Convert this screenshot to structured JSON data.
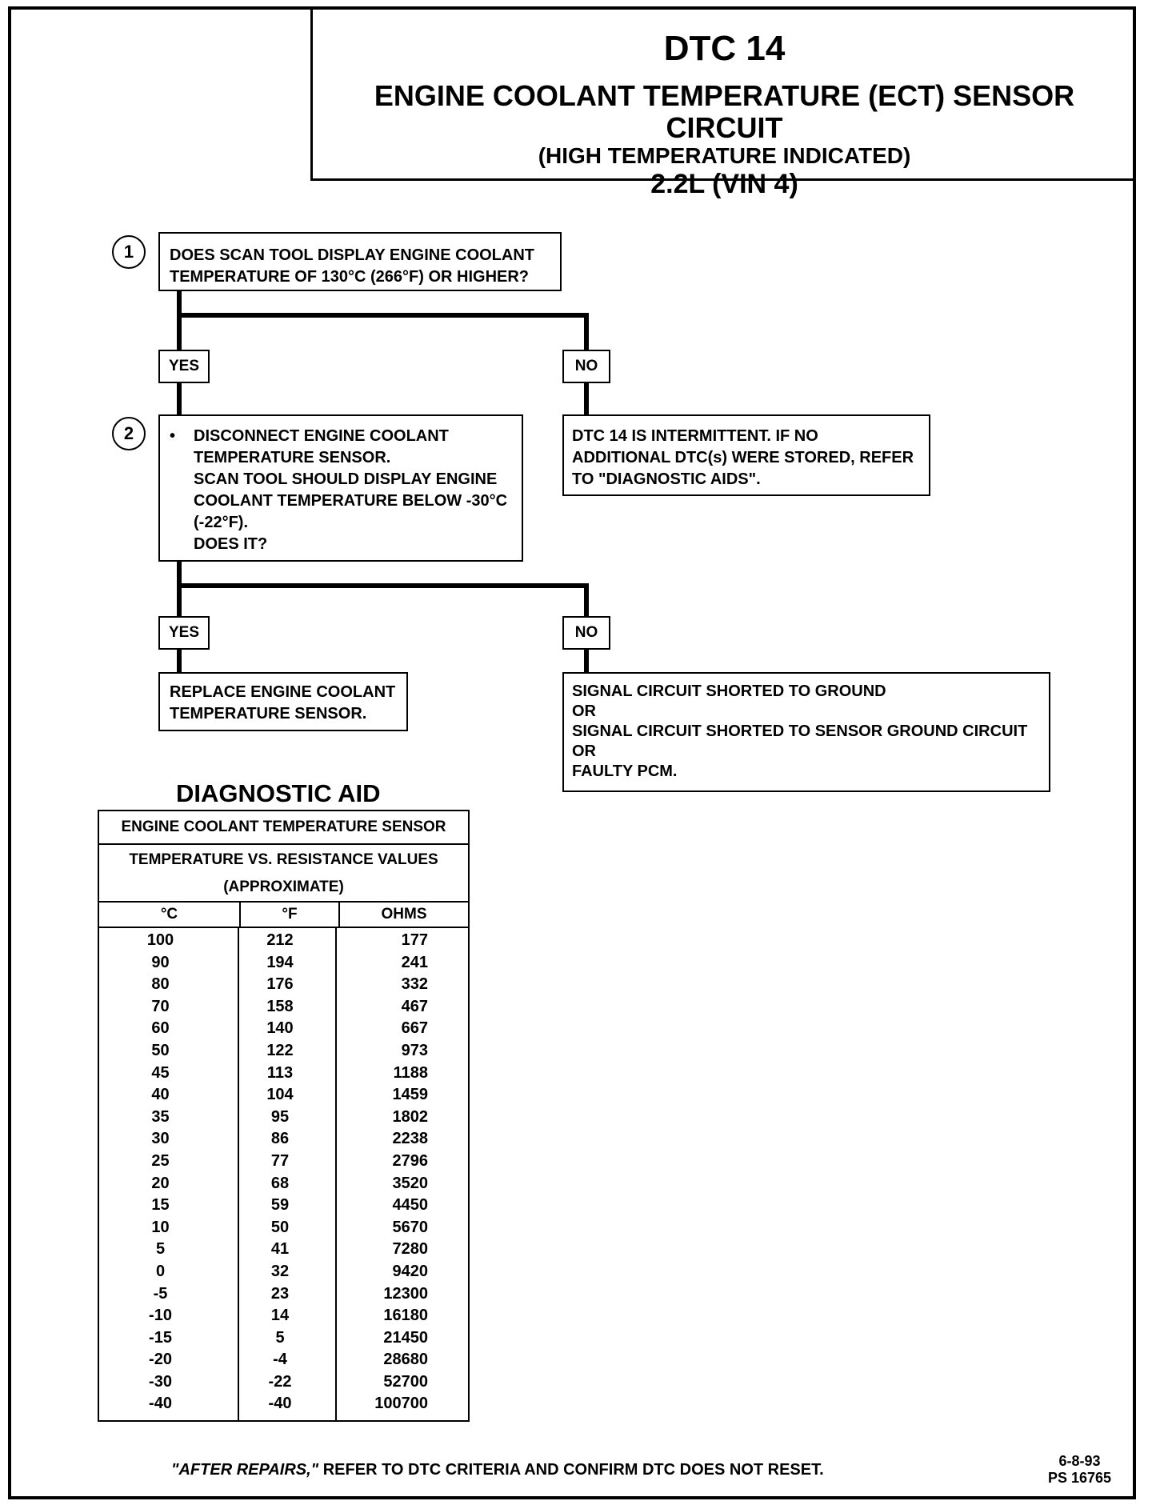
{
  "header": {
    "code": "DTC 14",
    "title": "ENGINE COOLANT TEMPERATURE (ECT) SENSOR CIRCUIT",
    "subtitle": "(HIGH TEMPERATURE INDICATED)",
    "engine": "2.2L  (VIN 4)"
  },
  "flow": {
    "step1": {
      "number": "1",
      "text": "DOES SCAN TOOL DISPLAY ENGINE COOLANT\nTEMPERATURE OF 130°C (266°F) OR HIGHER?"
    },
    "yes1": "YES",
    "no1": "NO",
    "step2": {
      "number": "2",
      "bullet": "•",
      "text": "DISCONNECT ENGINE COOLANT\nTEMPERATURE SENSOR.\nSCAN TOOL SHOULD DISPLAY ENGINE\nCOOLANT TEMPERATURE BELOW -30°C\n(-22°F).\nDOES IT?"
    },
    "no1_result": "DTC 14 IS INTERMITTENT.  IF NO\nADDITIONAL DTC(s) WERE STORED, REFER\nTO \"DIAGNOSTIC AIDS\".",
    "yes2": "YES",
    "no2": "NO",
    "yes2_result": "REPLACE ENGINE COOLANT\nTEMPERATURE SENSOR.",
    "no2_result": "SIGNAL CIRCUIT  SHORTED TO GROUND\nOR\nSIGNAL CIRCUIT SHORTED TO SENSOR GROUND CIRCUIT\nOR\nFAULTY PCM."
  },
  "diagnostic_aid": {
    "title": "DIAGNOSTIC AID",
    "table_title": "ENGINE COOLANT TEMPERATURE SENSOR",
    "table_subtitle": "TEMPERATURE VS. RESISTANCE VALUES",
    "table_subtitle2": "(APPROXIMATE)",
    "columns": [
      "°C",
      "°F",
      "OHMS"
    ],
    "celsius": "100\n90\n80\n70\n60\n50\n45\n40\n35\n30\n25\n20\n15\n10\n5\n0\n-5\n-10\n-15\n-20\n-30\n-40",
    "fahrenheit": "212\n194\n176\n158\n140\n122\n113\n104\n95\n86\n77\n68\n59\n50\n41\n32\n23\n14\n5\n-4\n-22\n-40",
    "ohms": "177\n241\n332\n467\n667\n973\n1188\n1459\n1802\n2238\n2796\n3520\n4450\n5670\n7280\n9420\n12300\n16180\n21450\n28680\n52700\n100700"
  },
  "footer": {
    "after_repairs": "\"AFTER REPAIRS,\"",
    "note": " REFER TO DTC CRITERIA  AND CONFIRM DTC DOES NOT RESET.",
    "date": "6-8-93",
    "ps": "PS 16765"
  }
}
